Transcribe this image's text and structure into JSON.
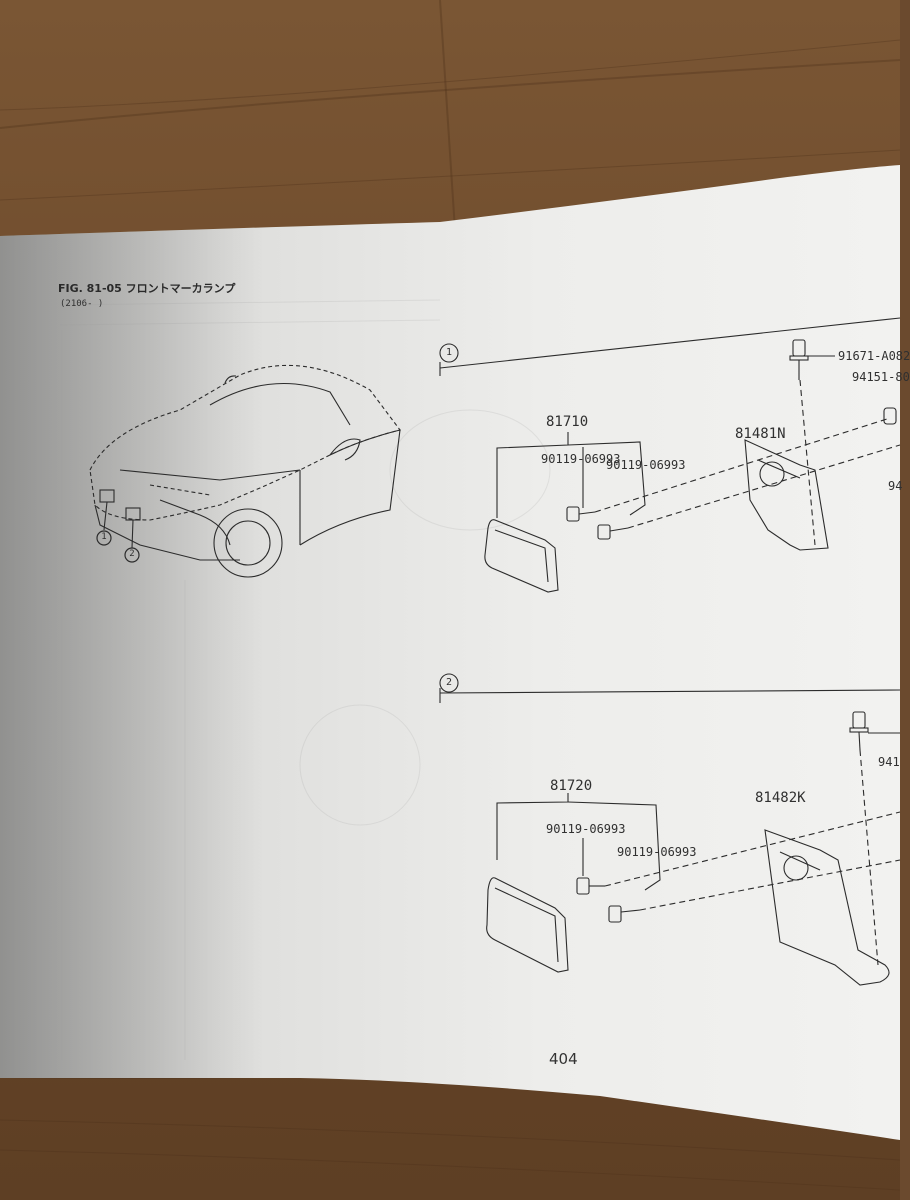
{
  "figure": {
    "title": "FIG. 81-05 フロントマーカランプ",
    "range": "(2106-   )"
  },
  "groups": [
    {
      "marker": "1",
      "lamp_part": "81710",
      "bolt_a": "90119-06993",
      "bolt_b": "90119-06993",
      "bracket_part": "81481N",
      "cut_top": "91671-A082",
      "cut_mid": "94151-80",
      "cut_side": "94"
    },
    {
      "marker": "2",
      "lamp_part": "81720",
      "bolt_a": "90119-06993",
      "bolt_b": "90119-06993",
      "bracket_part": "81482K",
      "cut_mid": "941"
    }
  ],
  "car_callouts": [
    "1",
    "2"
  ],
  "page_number": "404",
  "colors": {
    "paper": "#ececea",
    "paper_shadow": "#cfcfcd",
    "ink": "#2b2b2b",
    "wood": "#6b4a2e"
  }
}
